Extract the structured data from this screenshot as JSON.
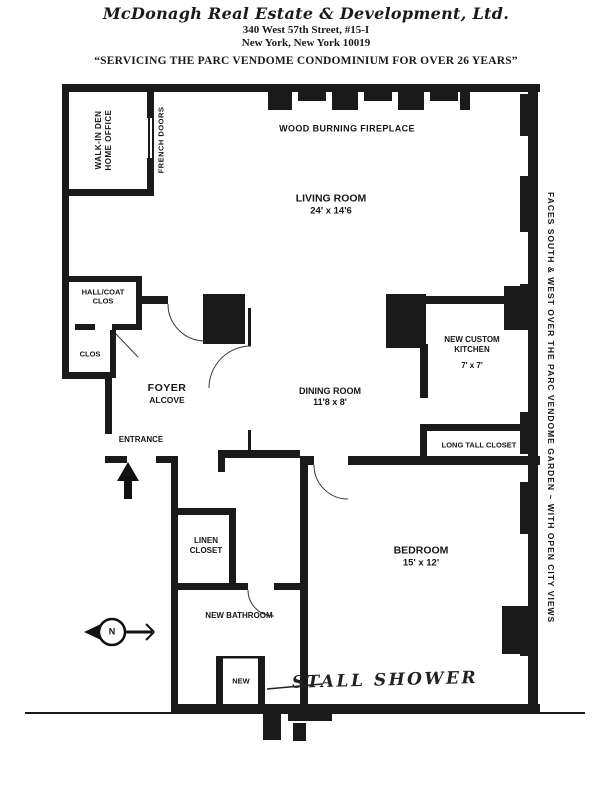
{
  "header": {
    "company": "McDonagh Real Estate & Development, Ltd.",
    "address_line1": "340 West 57th Street, #15-I",
    "address_line2": "New York, New York 10019",
    "tagline": "“SERVICING THE PARC VENDOME CONDOMINIUM FOR OVER 26 YEARS”"
  },
  "plan": {
    "den_line1": "WALK-IN DEN",
    "den_line2": "HOME OFFICE",
    "french_doors": "FRENCH DOORS",
    "fireplace": "WOOD BURNING FIREPLACE",
    "living_room": "LIVING ROOM",
    "living_room_dims": "24' x 14'6",
    "hall_coat_line1": "HALL/COAT",
    "hall_coat_line2": "CLOS",
    "clos": "CLOS",
    "foyer": "FOYER",
    "alcove": "ALCOVE",
    "dining_room": "DINING ROOM",
    "dining_room_dims": "11'8 x 8'",
    "kitchen_line1": "NEW CUSTOM",
    "kitchen_line2": "KITCHEN",
    "kitchen_dims": "7' x 7'",
    "long_tall_closet": "LONG TALL CLOSET",
    "entrance": "ENTRANCE",
    "linen_line1": "LINEN",
    "linen_line2": "CLOSET",
    "bedroom": "BEDROOM",
    "bedroom_dims": "15' x 12'",
    "bathroom": "NEW BATHROOM",
    "shower_new": "NEW",
    "stall_shower": "STALL SHOWER",
    "side_note": "FACES SOUTH & WEST OVER THE PARC VENDOME GARDEN ~ WITH OPEN CITY VIEWS",
    "compass_n": "N"
  },
  "colors": {
    "ink": "#1a1a1a"
  }
}
